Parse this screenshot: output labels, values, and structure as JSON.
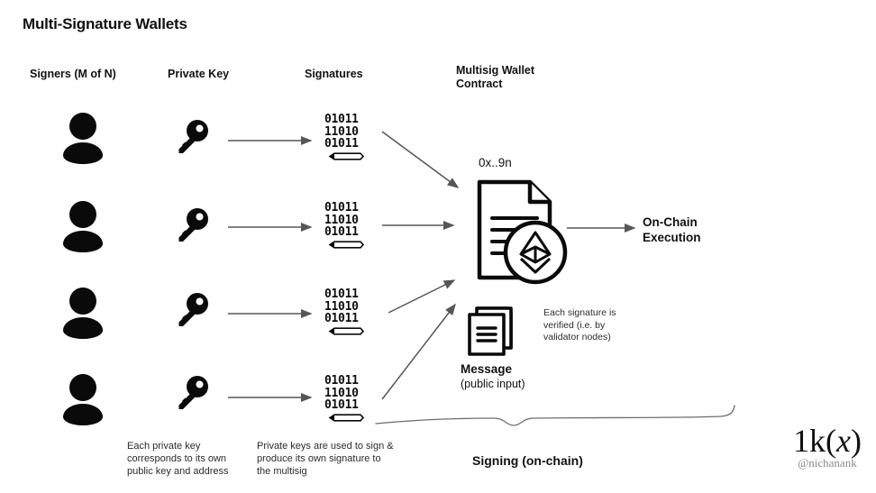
{
  "title": "Multi-Signature Wallets",
  "columns": {
    "signers": "Signers (M of N)",
    "private_key": "Private Key",
    "signatures": "Signatures",
    "contract_line1": "Multisig Wallet",
    "contract_line2": "Contract"
  },
  "rows": [
    {
      "signer_icon": "person-icon",
      "key_icon": "key-icon",
      "signature": {
        "line1": "01011",
        "line2": "11010",
        "line3": "01011",
        "pen_icon": "pen-icon"
      }
    },
    {
      "signer_icon": "person-icon",
      "key_icon": "key-icon",
      "signature": {
        "line1": "01011",
        "line2": "11010",
        "line3": "01011",
        "pen_icon": "pen-icon"
      }
    },
    {
      "signer_icon": "person-icon",
      "key_icon": "key-icon",
      "signature": {
        "line1": "01011",
        "line2": "11010",
        "line3": "01011",
        "pen_icon": "pen-icon"
      }
    },
    {
      "signer_icon": "person-icon",
      "key_icon": "key-icon",
      "signature": {
        "line1": "01011",
        "line2": "11010",
        "line3": "01011",
        "pen_icon": "pen-icon"
      }
    }
  ],
  "contract": {
    "address": "0x..9n",
    "doc_icon": "contract-document-icon",
    "badge_icon": "ethereum-icon"
  },
  "execution": {
    "line1": "On-Chain",
    "line2": "Execution"
  },
  "message": {
    "icon": "stacked-pages-icon",
    "label": "Message",
    "sublabel": "(public input)"
  },
  "verification_note": "Each signature is verified (i.e. by validator nodes)",
  "notes": {
    "private_key": "Each private key corresponds to its own public key and address",
    "signing": "Private keys are used to sign & produce its own signature to the multisig"
  },
  "brace_label": "Signing (on-chain)",
  "logo": {
    "main_prefix": "1k(",
    "main_var": "x",
    "main_suffix": ")",
    "handle": "@nichanank"
  },
  "colors": {
    "ink": "#111111",
    "arrow": "#565656",
    "note": "#2b2b2b",
    "muted": "#8a8a8a",
    "background": "#ffffff"
  }
}
